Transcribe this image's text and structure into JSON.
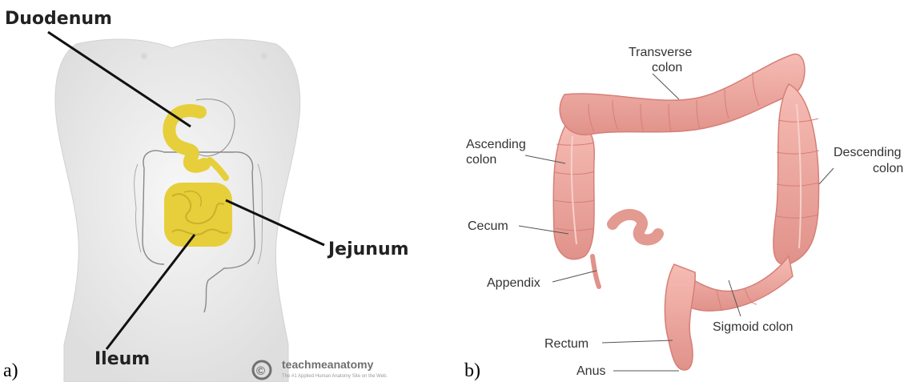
{
  "panel_a": {
    "letter": "a)",
    "labels": {
      "duodenum": "Duodenum",
      "jejunum": "Jejunum",
      "ileum": "Ileum"
    },
    "watermark": {
      "brand": "teachmeanatomy",
      "tagline": "The #1 Applied Human Anatomy Site on the Web.",
      "symbol": "©"
    },
    "colors": {
      "intestine": "#e6cf3a",
      "body": "#ececec"
    }
  },
  "panel_b": {
    "letter": "b)",
    "labels": {
      "transverse_line1": "Transverse",
      "transverse_line2": "colon",
      "ascending_line1": "Ascending",
      "ascending_line2": "colon",
      "descending_line1": "Descending",
      "descending_line2": "colon",
      "cecum": "Cecum",
      "appendix": "Appendix",
      "sigmoid": "Sigmoid colon",
      "rectum": "Rectum",
      "anus": "Anus"
    },
    "colors": {
      "colon": "#eea59c",
      "colon_dark": "#d67f76"
    }
  }
}
